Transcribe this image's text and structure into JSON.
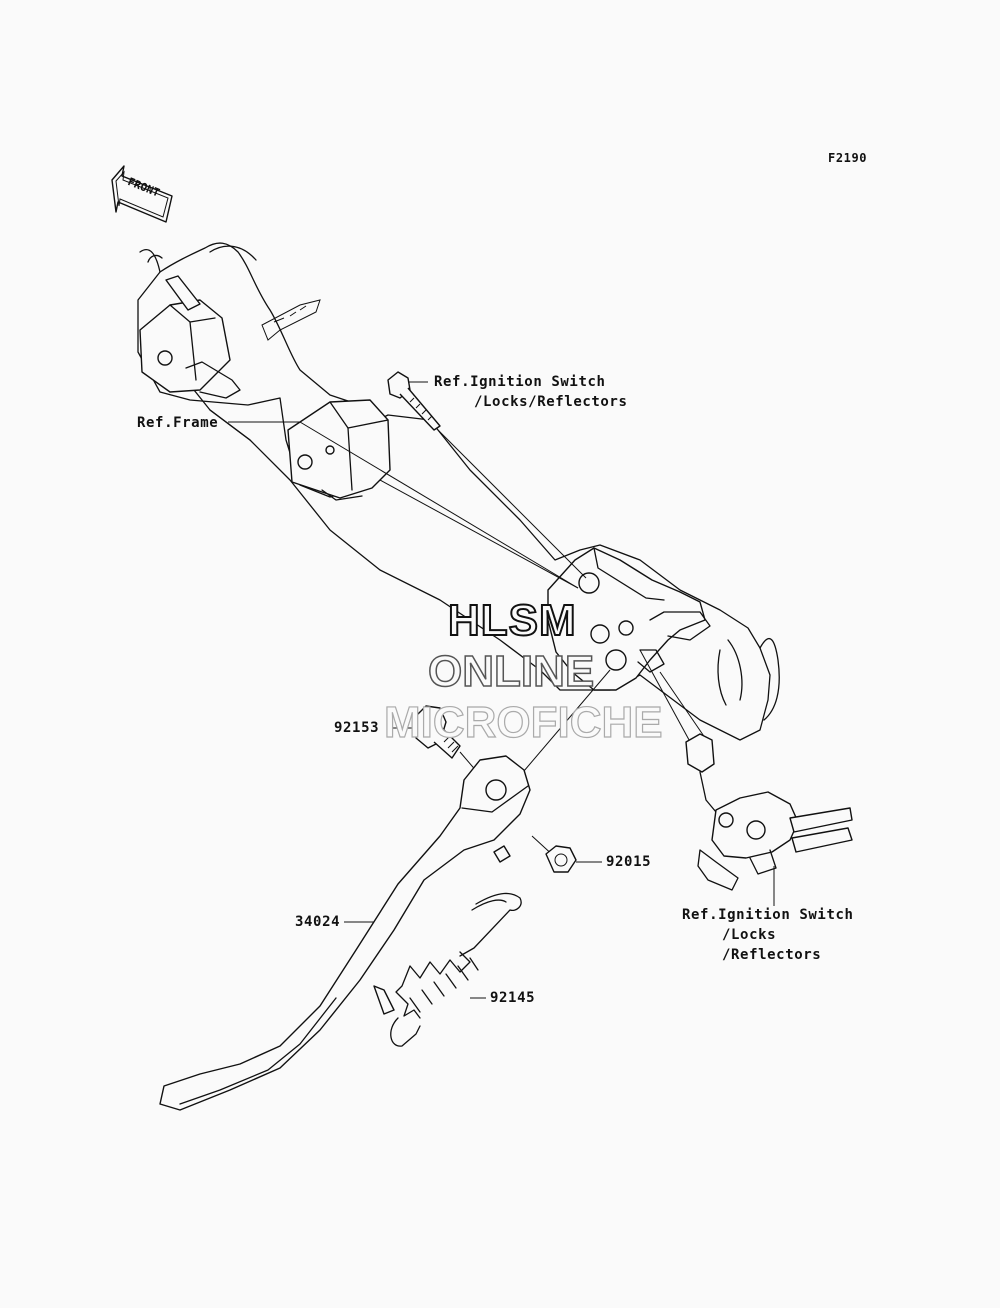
{
  "figure_code": "F2190",
  "front_arrow": {
    "label": "FRONT",
    "icon": "front-direction-arrow-icon"
  },
  "watermark": {
    "line1": "HLSM",
    "line2": "ONLINE",
    "line3": "MICROFICHE"
  },
  "callouts": {
    "frame": {
      "text": "Ref.Frame"
    },
    "ignition_upper": {
      "line1": "Ref.Ignition Switch",
      "line2": "/Locks/Reflectors"
    },
    "ignition_lower": {
      "line1": "Ref.Ignition Switch",
      "line2": "/Locks",
      "line3": "/Reflectors"
    },
    "bolt": {
      "part_number": "92153"
    },
    "nut": {
      "part_number": "92015"
    },
    "stand": {
      "part_number": "34024"
    },
    "spring": {
      "part_number": "92145"
    }
  }
}
